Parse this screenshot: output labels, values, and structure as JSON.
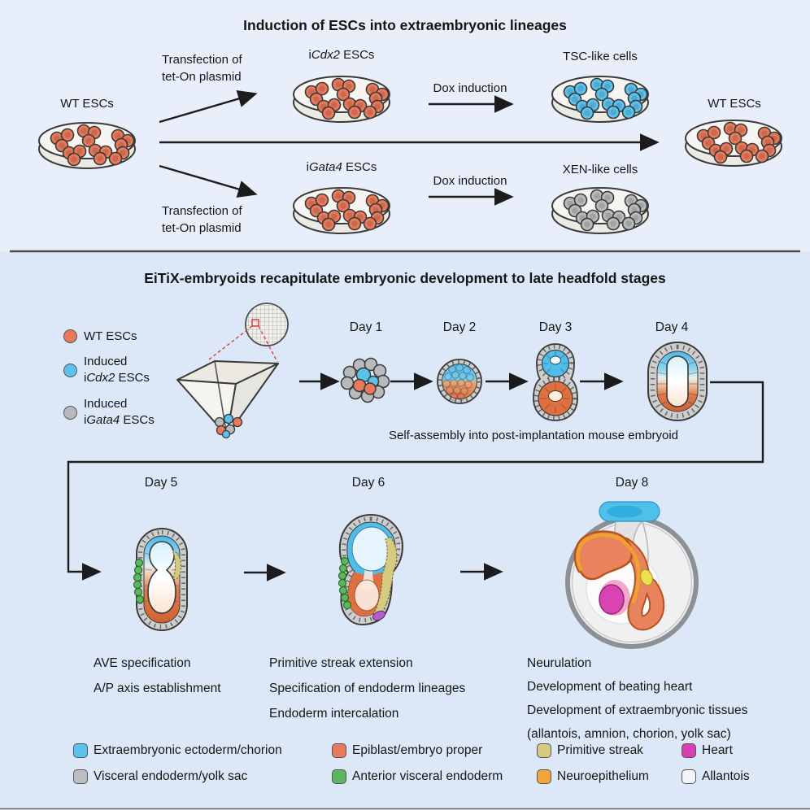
{
  "panel1": {
    "title": "Induction of ESCs into extraembryonic lineages",
    "wt_left": "WT ESCs",
    "wt_right": "WT ESCs",
    "transfection_line1": "Transfection of",
    "transfection_line2": "tet-On plasmid",
    "dox": "Dox induction",
    "icdx2_pre": "i",
    "icdx2_gene": "Cdx2",
    "icdx2_post": " ESCs",
    "igata4_pre": "i",
    "igata4_gene": "Gata4",
    "igata4_post": " ESCs",
    "tsc": "TSC-like cells",
    "xen": "XEN-like cells"
  },
  "panel2": {
    "title": "EiTiX-embryoids recapitulate embryonic development to late headfold stages",
    "cell_legend": [
      {
        "label": "WT ESCs",
        "color": "#e8795b"
      },
      {
        "line1": "Induced",
        "pre": "i",
        "gene": "Cdx2",
        "post": " ESCs",
        "color": "#5bc2ee"
      },
      {
        "line1": "Induced",
        "pre": "i",
        "gene": "Gata4",
        "post": " ESCs",
        "color": "#b9babc"
      }
    ],
    "days": {
      "d1": "Day 1",
      "d2": "Day 2",
      "d3": "Day 3",
      "d4": "Day 4",
      "d5": "Day 5",
      "d6": "Day 6",
      "d8": "Day 8"
    },
    "self_assembly": "Self-assembly into post-implantation mouse embryoid",
    "captions": {
      "day5": [
        "AVE specification",
        "A/P axis establishment"
      ],
      "day6": [
        "Primitive streak extension",
        "Specification of endoderm lineages",
        "Endoderm intercalation"
      ],
      "day8": [
        "Neurulation",
        "Development of beating heart",
        "Development of extraembryonic tissues",
        "(allantois, amnion, chorion, yolk sac)"
      ]
    },
    "tissue_legend": [
      {
        "label": "Extraembryonic ectoderm/chorion",
        "color": "#5bc2ee"
      },
      {
        "label": "Epiblast/embryo proper",
        "color": "#e8795b"
      },
      {
        "label": "Primitive streak",
        "color": "#d6ca7e"
      },
      {
        "label": "Heart",
        "color": "#d83fb1"
      },
      {
        "label": "Visceral endoderm/yolk sac",
        "color": "#bcbdbf"
      },
      {
        "label": "Anterior visceral endoderm",
        "color": "#5db55d"
      },
      {
        "label": "Neuroepithelium",
        "color": "#f1a33c"
      },
      {
        "label": "Allantois",
        "color": "#f4f4f6"
      }
    ]
  }
}
